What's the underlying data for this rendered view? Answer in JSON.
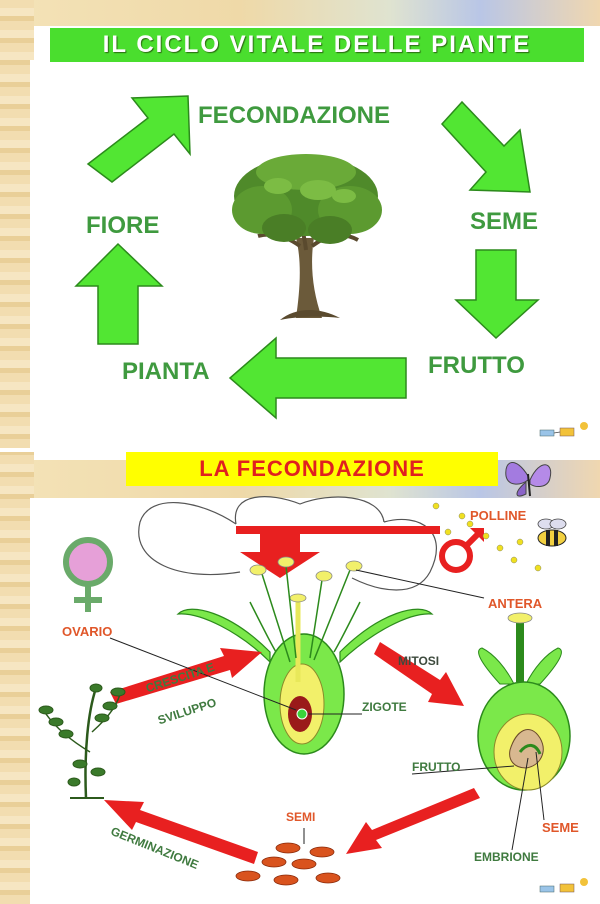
{
  "slide1": {
    "title": "IL CICLO VITALE DELLE PIANTE",
    "cycle": {
      "fecondazione": "FECONDAZIONE",
      "seme": "SEME",
      "frutto": "FRUTTO",
      "pianta": "PIANTA",
      "fiore": "FIORE"
    }
  },
  "slide2": {
    "title": "LA FECONDAZIONE",
    "labels": {
      "polline": "POLLINE",
      "antera": "ANTERA",
      "ovario": "OVARIO",
      "mitosi": "MITOSI",
      "crescita_line1": "CRESCITA E",
      "crescita_line2": "SVILUPPO",
      "zigote": "ZIGOTE",
      "frutto": "FRUTTO",
      "seme": "SEME",
      "semi": "SEMI",
      "embrione": "EMBRIONE",
      "germinazione": "GERMINAZIONE"
    }
  },
  "colors": {
    "green": "#4ade2e",
    "title2_bg": "#ffff00",
    "title2_text": "#e02020",
    "label_green": "#3f9a3f",
    "label_orange": "#e0572a",
    "arrow_red": "#e82020"
  }
}
